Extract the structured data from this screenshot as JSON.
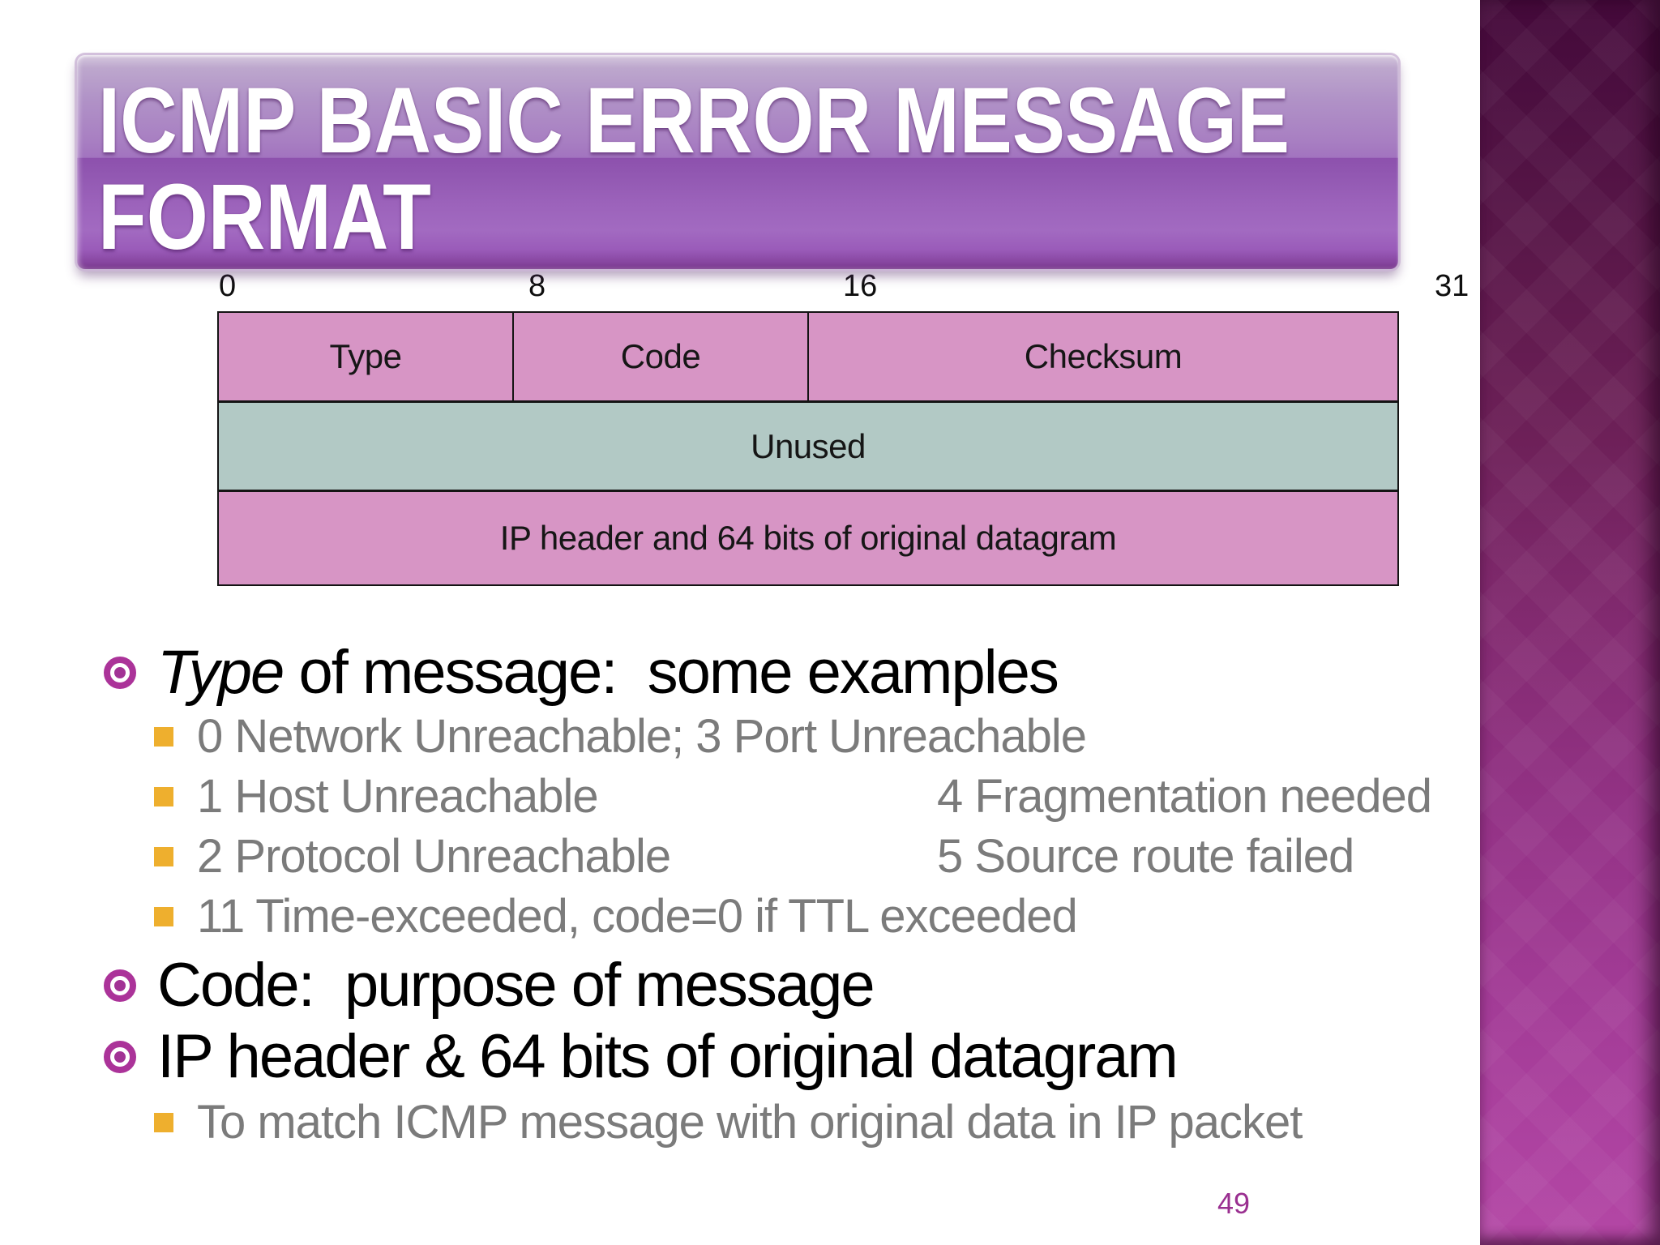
{
  "slide": {
    "title_line1": "ICMP BASIC ERROR MESSAGE",
    "title_line2": "FORMAT",
    "page_number": "49"
  },
  "diagram": {
    "bit_labels": [
      "0",
      "8",
      "16",
      "31"
    ],
    "row1": {
      "type": "Type",
      "code": "Code",
      "checksum": "Checksum"
    },
    "row2": {
      "unused": "Unused"
    },
    "row3": {
      "label": "IP header and 64 bits of original datagram"
    }
  },
  "bullets": {
    "main1_italic": "Type",
    "main1_rest": " of message:  some examples",
    "sub1": "0 Network Unreachable; 3 Port Unreachable",
    "sub2_left": "1 Host Unreachable",
    "sub2_right": "4 Fragmentation needed",
    "sub3_left": "2 Protocol Unreachable",
    "sub3_right": "5 Source route failed",
    "sub4": "11 Time-exceeded, code=0 if TTL exceeded",
    "main2": "Code:  purpose of message",
    "main3": "IP header & 64 bits of original datagram",
    "sub5": "To match ICMP message with original data in IP packet"
  },
  "colors": {
    "row_pink": "#d795c5",
    "row_gray_blue": "#b2c9c5",
    "table_border": "#141414",
    "title_purple_mid": "#9c63bb",
    "sidebar_top": "#44093a",
    "sidebar_bottom": "#b447a5",
    "main_bullet_magenta": "#ab3399",
    "sub_bullet_orange": "#eeaf2e",
    "sub_text_gray": "#7b7b7b",
    "page_number_purple": "#9a2f90"
  }
}
